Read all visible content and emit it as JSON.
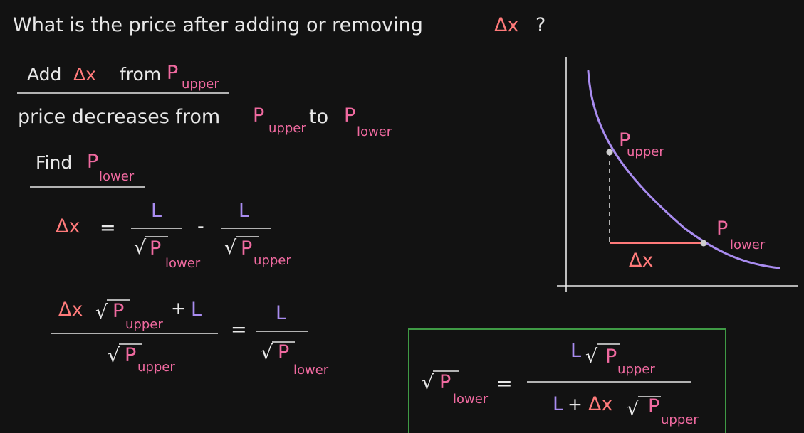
{
  "title": {
    "pre": "What is the price after adding or removing",
    "dx": "Δx",
    "post": "?"
  },
  "step1": {
    "add": "Add",
    "dx": "Δx",
    "from": "from",
    "P": "P",
    "upper": "upper"
  },
  "step2": {
    "text1": "price decreases from",
    "P": "P",
    "upper": "upper",
    "to": "to",
    "lower": "lower"
  },
  "step3": {
    "find": "Find",
    "P": "P",
    "lower": "lower"
  },
  "eq1": {
    "dx": "Δx",
    "eq": "=",
    "L": "L",
    "minus": "-",
    "sqrt": "√",
    "P": "P",
    "lower": "lower",
    "upper": "upper"
  },
  "eq2": {
    "dx": "Δx",
    "sqrt": "√",
    "P": "P",
    "upper": "upper",
    "plus": "+",
    "L": "L",
    "eq": "=",
    "lower": "lower"
  },
  "result": {
    "sqrt": "√",
    "P": "P",
    "lower": "lower",
    "eq": "=",
    "L": "L",
    "upper": "upper",
    "plus": "+",
    "dx": "Δx"
  },
  "graph": {
    "P": "P",
    "upper": "upper",
    "lower": "lower",
    "dx": "Δx"
  },
  "colors": {
    "background": "#121212",
    "text": "#e8e8e8",
    "delta": "#ff7a7a",
    "price": "#f06aa0",
    "liquidity": "#a98cf0",
    "curve": "#a98cf0",
    "box": "#3f9a45"
  }
}
